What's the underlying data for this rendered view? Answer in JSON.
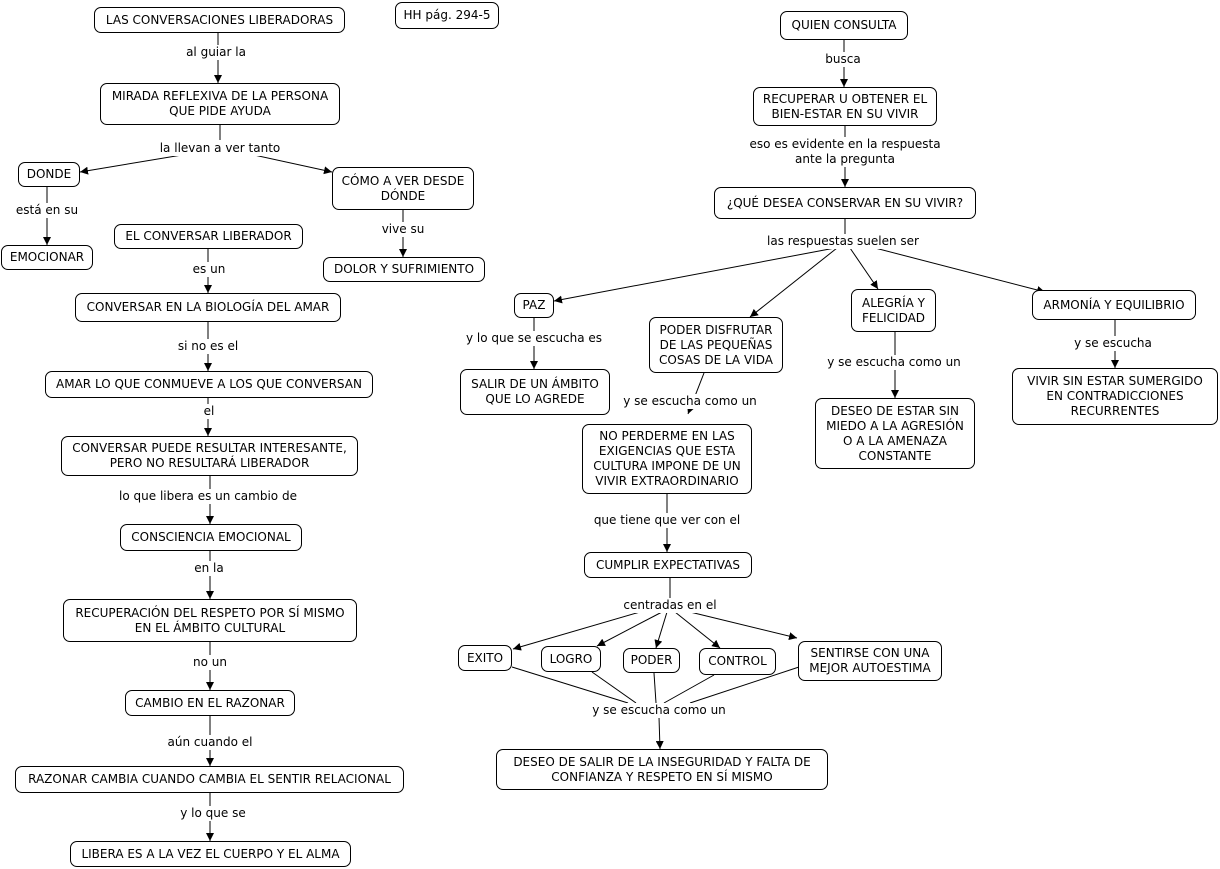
{
  "nodes": {
    "n1": "LAS CONVERSACIONES LIBERADORAS",
    "hh": "HH pág. 294-5",
    "n2": "MIRADA REFLEXIVA DE LA PERSONA\nQUE PIDE AYUDA",
    "donde": "DONDE",
    "como": "CÓMO A VER DESDE\nDÓNDE",
    "emocionar": "EMOCIONAR",
    "dolor": "DOLOR Y SUFRIMIENTO",
    "conversar_lib": "EL CONVERSAR LIBERADOR",
    "biologia": "CONVERSAR EN LA BIOLOGÍA DEL AMAR",
    "amar": "AMAR LO QUE CONMUEVE A LOS QUE CONVERSAN",
    "interesante": "CONVERSAR PUEDE RESULTAR INTERESANTE,\nPERO NO RESULTARÁ LIBERADOR",
    "consciencia": "CONSCIENCIA EMOCIONAL",
    "recuperacion": "RECUPERACIÓN DEL RESPETO POR SÍ MISMO\nEN EL ÁMBITO CULTURAL",
    "cambio": "CAMBIO EN EL RAZONAR",
    "razonar": "RAZONAR CAMBIA CUANDO CAMBIA EL SENTIR RELACIONAL",
    "libera": "LIBERA ES A LA VEZ EL CUERPO Y EL ALMA",
    "quien": "QUIEN CONSULTA",
    "recuperar": "RECUPERAR U OBTENER EL\nBIEN-ESTAR EN SU VIVIR",
    "desea": "¿QUÉ DESEA CONSERVAR EN SU VIVIR?",
    "paz": "PAZ",
    "poder_disfrutar": "PODER DISFRUTAR\nDE LAS PEQUEÑAS\nCOSAS DE LA VIDA",
    "alegria": "ALEGRÍA Y\nFELICIDAD",
    "armonia": "ARMONÍA Y EQUILIBRIO",
    "salir": "SALIR DE UN ÁMBITO\nQUE LO AGREDE",
    "no_perderme": "NO PERDERME EN LAS\nEXIGENCIAS QUE ESTA\nCULTURA IMPONE DE UN\nVIVIR EXTRAORDINARIO",
    "deseo_miedo": "DESEO DE ESTAR SIN\nMIEDO A LA AGRESIÓN\nO A LA AMENAZA\nCONSTANTE",
    "vivir_sin": "VIVIR SIN ESTAR SUMERGIDO\nEN CONTRADICCIONES\nRECURRENTES",
    "cumplir": "CUMPLIR EXPECTATIVAS",
    "exito": "EXITO",
    "logro": "LOGRO",
    "poder": "PODER",
    "control": "CONTROL",
    "sentirse": "SENTIRSE CON UNA\nMEJOR AUTOESTIMA",
    "deseo_salir": "DESEO DE SALIR DE LA INSEGURIDAD Y FALTA DE\nCONFIANZA Y RESPETO EN SÍ MISMO"
  },
  "links": {
    "al_guiar": "al guiar la",
    "la_llevan": "la llevan a ver tanto",
    "esta_en_su": "está en su",
    "vive_su": "vive su",
    "es_un": "es un",
    "si_no_es_el": "si no es el",
    "el": "el",
    "lo_que_libera": "lo que libera es un cambio de",
    "en_la": "en la",
    "no_un": "no un",
    "aun_cuando": "aún cuando el",
    "y_lo_que_se": "y lo que se",
    "busca": "busca",
    "eso_es_evidente": "eso es evidente en la respuesta\nante la pregunta",
    "las_respuestas": "las respuestas suelen ser",
    "y_lo_que_se_escucha_es": "y lo que se escucha es",
    "y_se_escucha_como_un_1": "y se escucha como un",
    "y_se_escucha_como_un_2": "y se escucha como un",
    "y_se_escucha": "y se escucha",
    "que_tiene_que_ver": "que tiene que ver con el",
    "centradas_en_el": "centradas en el",
    "y_se_escucha_como_un_3": "y se escucha como un"
  }
}
